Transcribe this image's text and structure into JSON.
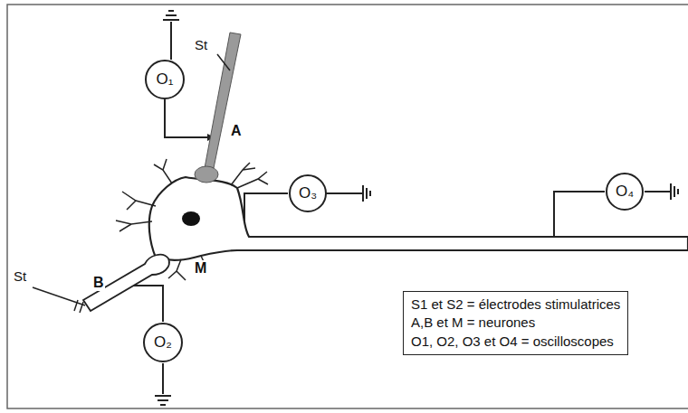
{
  "diagram": {
    "nodes": [
      {
        "text": [
          "O₁"
        ]
      },
      {
        "text": [
          "O₃"
        ]
      },
      {
        "text": [
          "O₄"
        ]
      },
      {
        "text": [
          "O₂"
        ]
      },
      {
        "text": [
          "S1 et S2 = électrodes stimulatrices",
          "A,B et M = neurones",
          "O1, O2, O3 et O4 = oscilloscopes"
        ]
      }
    ],
    "labels": [
      "St",
      "A",
      "St",
      "B",
      "M"
    ]
  }
}
